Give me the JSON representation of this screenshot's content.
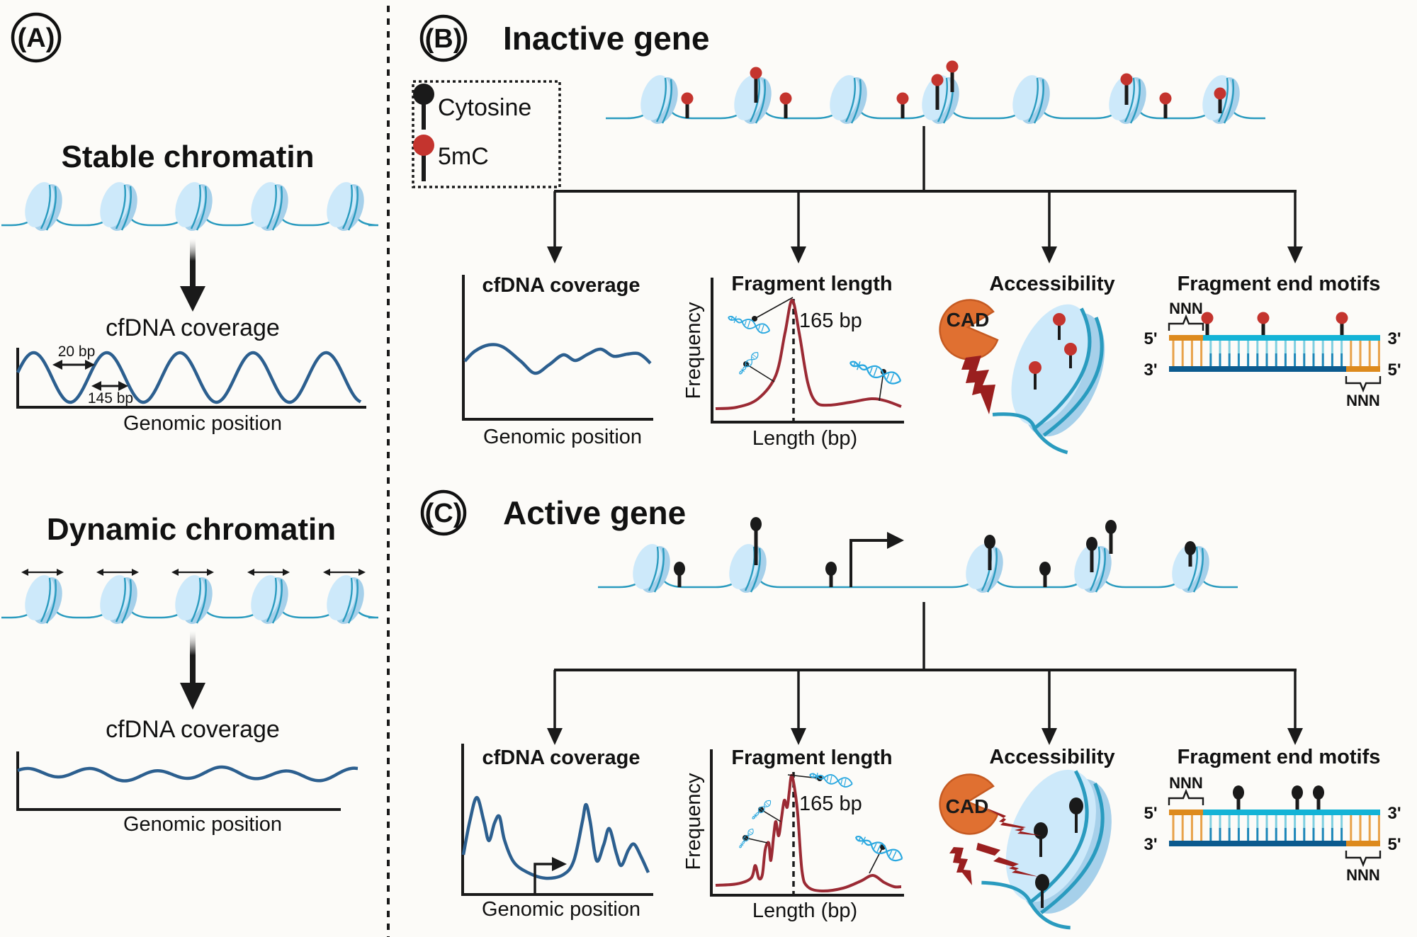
{
  "colors": {
    "background": "#fcfbf8",
    "dna_line": "#2a9bbf",
    "nucleosome_light": "#cde9fa",
    "nucleosome_mid": "#a6d0ea",
    "coverage_curve": "#2c5f8f",
    "length_curve": "#9b2a34",
    "methyl_red": "#c4342e",
    "cytosine_black": "#1a1a1a",
    "cad_orange": "#e07031",
    "cut_red": "#9a1f1f",
    "motif_orange": "#dd8a1d",
    "strand_top": "#14b3d6",
    "strand_bottom": "#0b5a8e"
  },
  "panel_a": {
    "label": "(A)",
    "stable": {
      "title": "Stable chromatin",
      "coverage_title": "cfDNA coverage",
      "xlabel": "Genomic position",
      "annotation_linker": "20 bp",
      "annotation_nucleosome": "145 bp"
    },
    "dynamic": {
      "title": "Dynamic chromatin",
      "coverage_title": "cfDNA coverage",
      "xlabel": "Genomic position"
    }
  },
  "legend": {
    "items": [
      {
        "label": "Cytosine",
        "icon": "cytosine-lollipop-icon"
      },
      {
        "label": "5mC",
        "icon": "methyl-cytosine-lollipop-icon"
      }
    ]
  },
  "panel_b": {
    "label": "(B)",
    "title": "Inactive gene",
    "coverage": {
      "title": "cfDNA coverage",
      "xlabel": "Genomic position"
    },
    "fragment_length": {
      "title": "Fragment length",
      "ylabel": "Frequency",
      "xlabel": "Length (bp)",
      "peak_label": "165 bp"
    },
    "accessibility": {
      "title": "Accessibility",
      "enzyme": "CAD"
    },
    "end_motifs": {
      "title": "Fragment end motifs",
      "top_left": "5'",
      "top_right": "3'",
      "bottom_left": "3'",
      "bottom_right": "5'",
      "motif_top": "NNN",
      "motif_bottom": "NNN"
    }
  },
  "panel_c": {
    "label": "(C)",
    "title": "Active gene",
    "coverage": {
      "title": "cfDNA coverage",
      "xlabel": "Genomic position"
    },
    "fragment_length": {
      "title": "Fragment length",
      "ylabel": "Frequency",
      "xlabel": "Length (bp)",
      "peak_label": "165 bp"
    },
    "accessibility": {
      "title": "Accessibility",
      "enzyme": "CAD"
    },
    "end_motifs": {
      "title": "Fragment end motifs",
      "top_left": "5'",
      "top_right": "3'",
      "bottom_left": "3'",
      "bottom_right": "5'",
      "motif_top": "NNN",
      "motif_bottom": "NNN"
    }
  }
}
